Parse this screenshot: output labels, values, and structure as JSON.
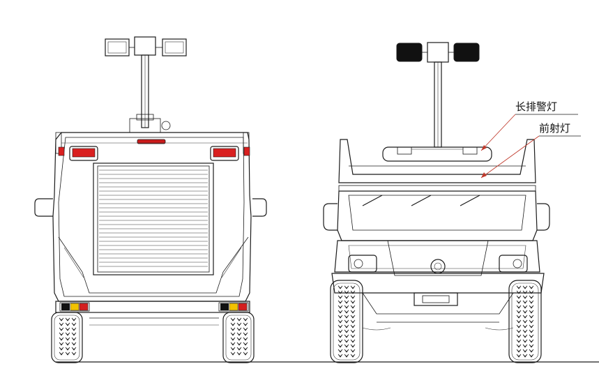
{
  "annotations": {
    "light_bar": "长排警灯",
    "front_light": "前射灯"
  },
  "colors": {
    "line": "#1a1a1a",
    "tail_light_red": "#d92020",
    "beacon_red": "#cc1a1a",
    "warning_yellow": "#f2c200",
    "warning_red": "#d41f1f",
    "lamp_dark": "#111111",
    "annotation_line": "#c0392b"
  },
  "icons": {
    "rear_view": "vehicle-rear-view-drawing",
    "front_view": "vehicle-front-view-drawing"
  }
}
